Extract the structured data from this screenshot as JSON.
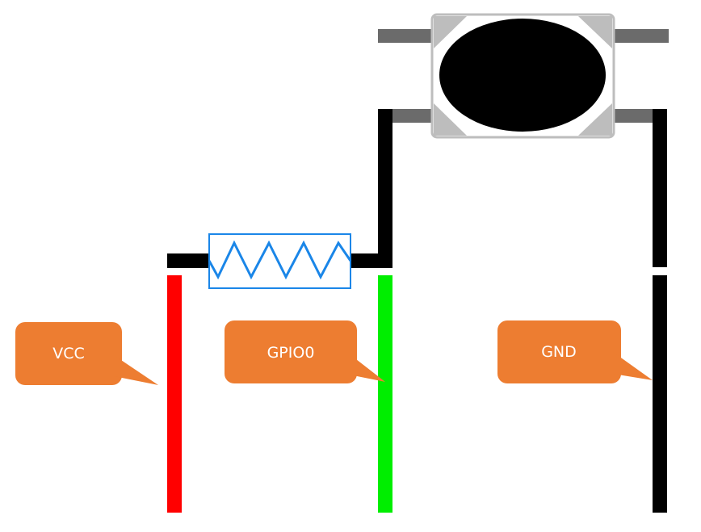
{
  "diagram": {
    "callouts": {
      "vcc": "VCC",
      "gpio": "GPIO0",
      "gnd": "GND"
    },
    "colors": {
      "vcc_wire": "#ff0000",
      "gpio_wire": "#00ee00",
      "gnd_wire": "#000000",
      "circuit_wire": "#000000",
      "resistor_outline": "#1a86e8",
      "callout_fill": "#ed7d31",
      "button_frame": "#c0c0c0",
      "button_pin": "#6b6b6b",
      "button_cap": "#000000"
    },
    "icons": {
      "button": "push-button-icon",
      "resistor": "resistor-icon"
    }
  }
}
